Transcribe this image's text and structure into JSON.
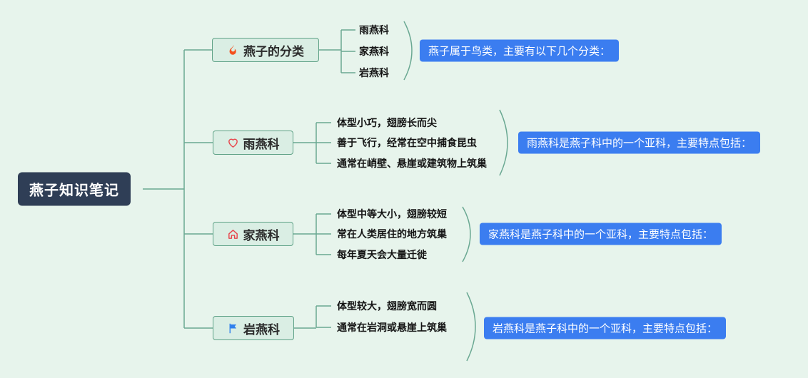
{
  "root": {
    "label": "燕子知识笔记"
  },
  "branches": [
    {
      "label": "燕子的分类",
      "icon": "flame-icon",
      "children": [
        "雨燕科",
        "家燕科",
        "岩燕科"
      ],
      "note": "燕子属于鸟类，主要有以下几个分类："
    },
    {
      "label": "雨燕科",
      "icon": "heart-icon",
      "children": [
        "体型小巧，翅膀长而尖",
        "善于飞行，经常在空中捕食昆虫",
        "通常在峭壁、悬崖或建筑物上筑巢"
      ],
      "note": "雨燕科是燕子科中的一个亚科，主要特点包括："
    },
    {
      "label": "家燕科",
      "icon": "home-icon",
      "children": [
        "体型中等大小，翅膀较短",
        "常在人类居住的地方筑巢",
        "每年夏天会大量迁徙"
      ],
      "note": "家燕科是燕子科中的一个亚科，主要特点包括："
    },
    {
      "label": "岩燕科",
      "icon": "flag-icon",
      "children": [
        "体型较大，翅膀宽而圆",
        "通常在岩洞或悬崖上筑巢"
      ],
      "note": "岩燕科是燕子科中的一个亚科，主要特点包括："
    }
  ],
  "colors": {
    "background": "#e7f4ec",
    "root_bg": "#2f3e56",
    "node_fill": "#daeee4",
    "node_border": "#5fa287",
    "connector_line": "#6aa892",
    "note_bg": "#3b7df0",
    "flame_icon": "#f4511e",
    "heart_icon": "#e8434a",
    "home_icon": "#e8434a",
    "flag_icon": "#2f80ed"
  }
}
